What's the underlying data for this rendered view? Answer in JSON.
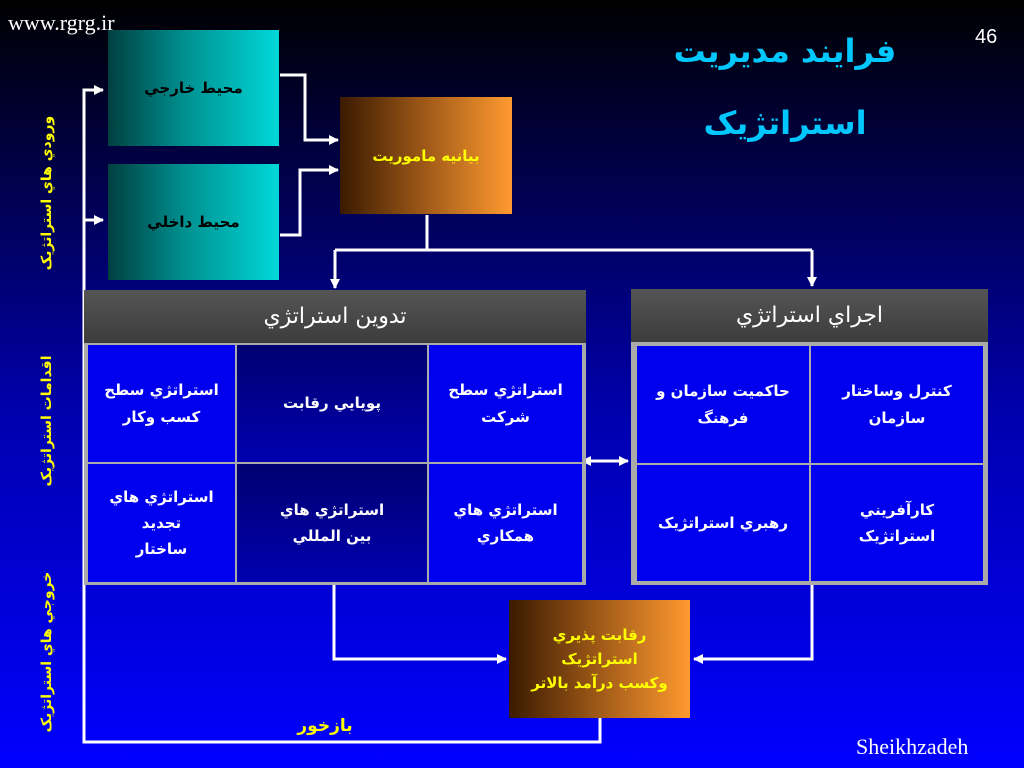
{
  "header": {
    "website": "www.rgrg.ir",
    "slide_number": "46",
    "title_line1": "فرايند مديريت",
    "title_line2": "استراتژيک"
  },
  "inputs": {
    "external": "محيط خارجي",
    "internal": "محيط داخلي"
  },
  "mission": "بيانيه ماموريت",
  "formulation": {
    "title": "تدوين استراتژي",
    "cells": [
      "استراتژي سطح\nشرکت",
      "پويايي رقابت",
      "استراتژي سطح\nکسب وکار",
      "استراتژي هاي\nهمکاري",
      "استراتژي هاي\nبين المللي",
      "استراتژي هاي\nتجديد\nساختار"
    ]
  },
  "implementation": {
    "title": "اجراي استراتژي",
    "cells": [
      "کنترل وساختار\nسازمان",
      "حاکميت سازمان و\nفرهنگ",
      "کارآفريني\nاستراتژيک",
      "رهبري استراتژيک"
    ]
  },
  "outcome": "رقابت پذيري\nاستراتژيک\nوکسب درآمد بالاتر",
  "feedback": "بازخور",
  "side_labels": {
    "inputs": "ورودي هاي استراتژيک",
    "actions": "اقدامات استراتژيک",
    "outputs": "خروجي هاي استراتژيک"
  },
  "footer": {
    "author": "Sheikhzadeh"
  },
  "colors": {
    "accent_yellow": "#ffff00",
    "title_cyan": "#00c8ff",
    "connector": "#ffffff"
  }
}
